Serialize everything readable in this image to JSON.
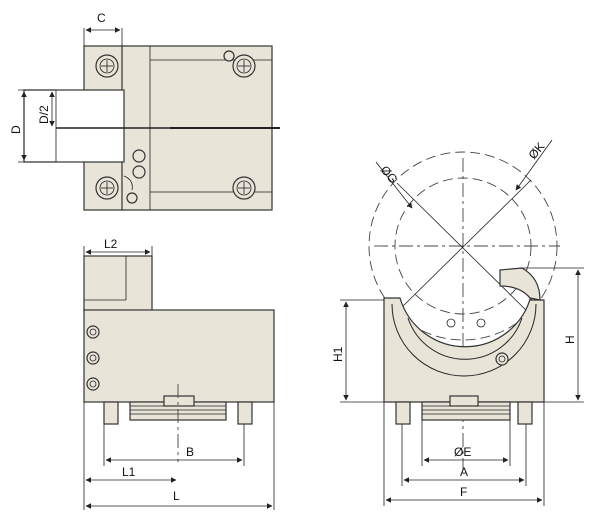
{
  "drawing": {
    "labels": {
      "C": "C",
      "D": "D",
      "D2": "D/2",
      "L2": "L2",
      "B": "B",
      "L1": "L1",
      "L": "L",
      "G": "ØG",
      "K": "ØK",
      "H1": "H1",
      "H": "H",
      "E": "ØE",
      "A": "A",
      "F": "F"
    },
    "colors": {
      "body_fill": "#e8e4d8",
      "line": "#333333",
      "background": "#ffffff"
    }
  }
}
